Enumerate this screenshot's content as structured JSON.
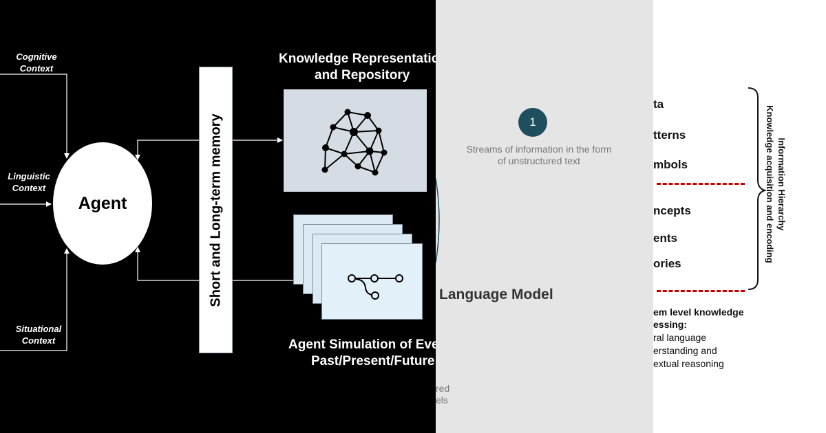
{
  "left_panel": {
    "contexts": {
      "cognitive": [
        "Cognitive",
        "Context"
      ],
      "linguistic": [
        "Linguistic",
        "Context"
      ],
      "situational": [
        "Situational",
        "Context"
      ]
    },
    "agent_label": "Agent",
    "memory_label": "Short and Long-term memory",
    "knowledge_title": [
      "Knowledge Representatio",
      "and Repository"
    ],
    "simulation_title": [
      "Agent Simulation of Eve",
      "Past/Present/Future"
    ],
    "icons": {
      "knowledge": "knowledge-graph-icon",
      "simulation": "branching-path-icon"
    }
  },
  "middle_panel": {
    "step_number": "1",
    "step_description": [
      "Streams of information in the form",
      "of unstructured text"
    ],
    "model_label": "Language Model",
    "fragments": [
      "red",
      "els"
    ]
  },
  "right_panel": {
    "levels_upper": [
      "ta",
      "tterns",
      "mbols"
    ],
    "levels_lower": [
      "ncepts",
      "ents",
      "ories"
    ],
    "system_title": [
      "em level knowledge",
      "essing:"
    ],
    "system_lines": [
      "ral language",
      "erstanding and",
      "extual reasoning"
    ],
    "vertical_title": [
      "Information Hierarchy",
      "Knowledge acquisition and encoding"
    ]
  },
  "colors": {
    "left_background": "#000000",
    "middle_background": "#e5e5e5",
    "step_circle": "#1f4e5f",
    "dashed_separator": "#c00000"
  }
}
